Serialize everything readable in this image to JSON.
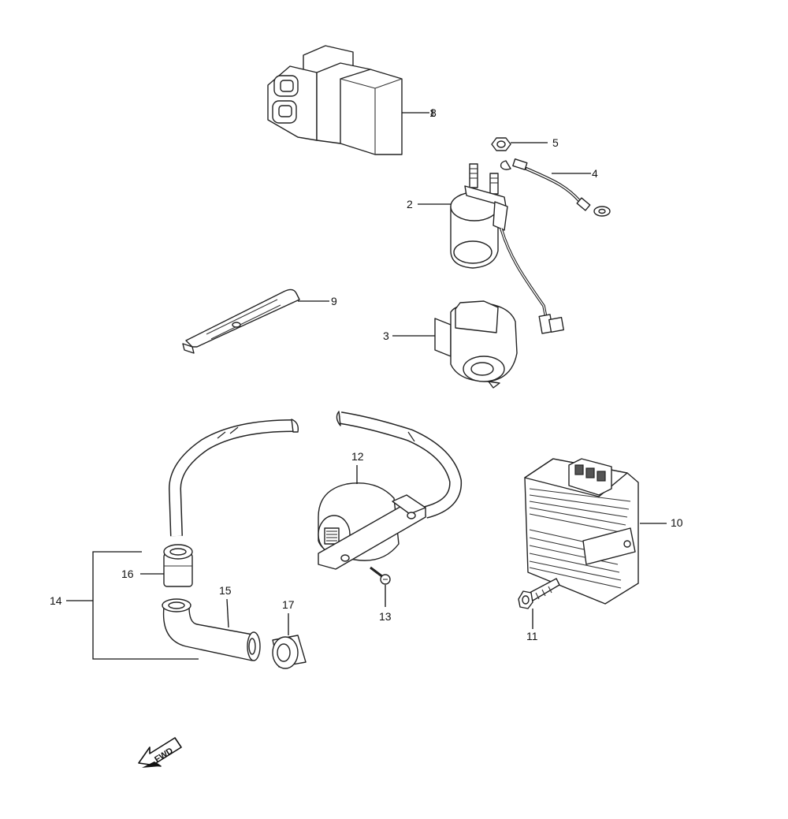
{
  "callouts": {
    "c1": "1",
    "c8": "8",
    "c2": "2",
    "c3": "3",
    "c4": "4",
    "c5": "5",
    "c9": "9",
    "c10": "10",
    "c11": "11",
    "c12": "12",
    "c13": "13",
    "c14": "14",
    "c15": "15",
    "c16": "16",
    "c17": "17"
  },
  "direction_arrow": {
    "label": "FWD"
  }
}
